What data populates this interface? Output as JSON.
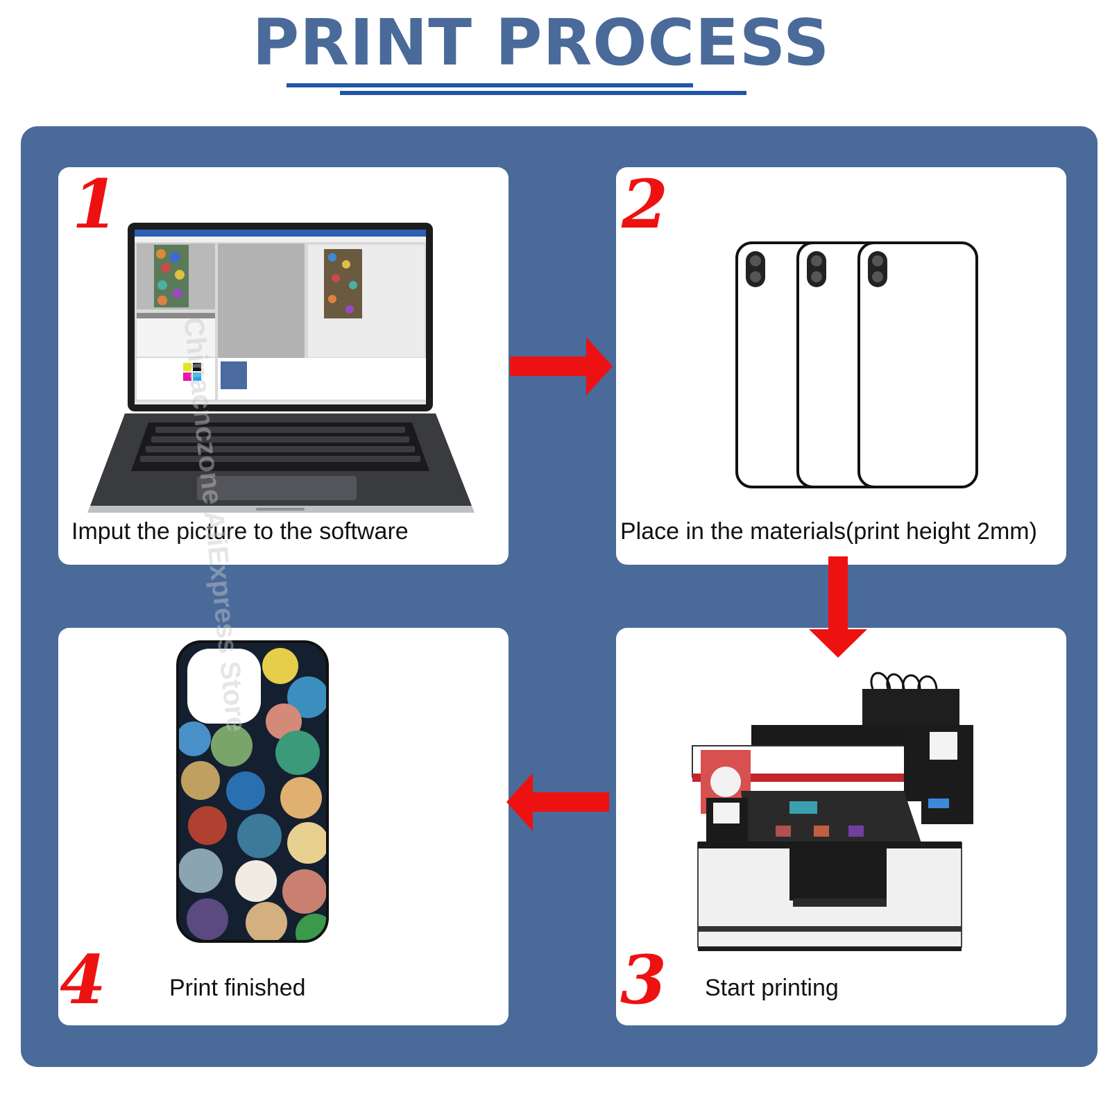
{
  "title": "PRINT PROCESS",
  "colors": {
    "title": "#4a6a9a",
    "board": "#4a6a9a",
    "arrow": "#ee1111",
    "step_number": "#ee1111"
  },
  "steps": [
    {
      "number": "1",
      "caption": "Imput the picture to the software",
      "image": "laptop-with-printing-software"
    },
    {
      "number": "2",
      "caption": "Place in the materials(print height 2mm)",
      "image": "three-blank-phone-cases"
    },
    {
      "number": "3",
      "caption": "Start printing",
      "image": "uv-flatbed-printer"
    },
    {
      "number": "4",
      "caption": "Print finished",
      "image": "printed-marble-phone-case"
    }
  ],
  "arrows": [
    "arrow-right",
    "arrow-down",
    "arrow-left"
  ],
  "watermark": "Chinacnczone AliExpress Store"
}
